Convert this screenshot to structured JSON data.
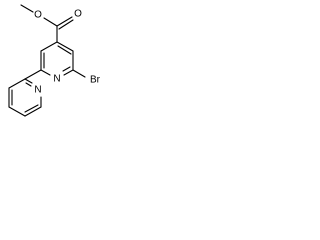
{
  "molecule": {
    "atom_labels": {
      "ester_oxygen": "O",
      "carbonyl_oxygen": "O",
      "pyridine_n_upper": "N",
      "pyridine_n_lower": "N",
      "bromine": "Br"
    },
    "colors": {
      "bond": "#000000",
      "label": "#000000",
      "background": "#ffffff"
    }
  }
}
